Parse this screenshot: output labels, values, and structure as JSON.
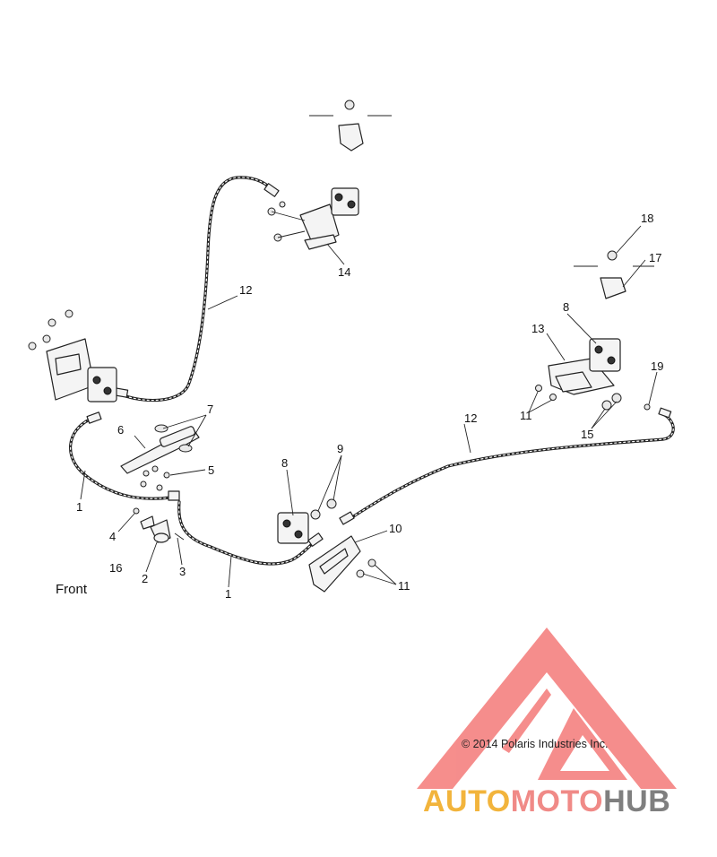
{
  "labels": {
    "front": "Front",
    "copyright": "© 2014 Polaris Industries Inc.",
    "brand_part1": "AUTO",
    "brand_part2": "MOTO",
    "brand_part3": "HUB"
  },
  "callouts": [
    "1",
    "1",
    "2",
    "3",
    "4",
    "5",
    "6",
    "7",
    "8",
    "8",
    "9",
    "10",
    "11",
    "11",
    "12",
    "12",
    "13",
    "14",
    "15",
    "16",
    "17",
    "18",
    "19"
  ],
  "colors": {
    "line": "#222222",
    "brand_orange": "#f2b43c",
    "brand_pink": "#f08a87",
    "brand_gray": "#7f7f7f",
    "logo_red": "#f47a78"
  },
  "icons": {
    "watermark": "triangle-logo-icon"
  }
}
